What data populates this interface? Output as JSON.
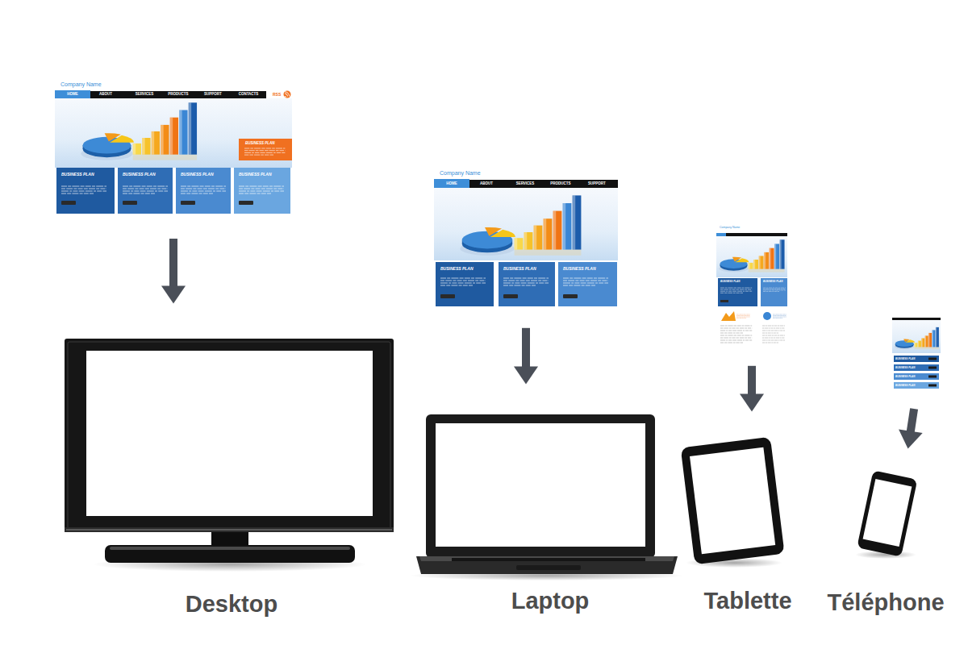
{
  "diagram": {
    "nodes": [
      {
        "text": [
          "Company Name",
          "HOME",
          "ABOUT",
          "SERVICES",
          "PRODUCTS",
          "SUPPORT",
          "CONTACTS",
          "RSS",
          "BUSINESS PLAN",
          "BUSINESS PLAN",
          "BUSINESS PLAN",
          "BUSINESS PLAN",
          "BUSINESS PLAN"
        ]
      },
      {
        "text": [
          "Desktop"
        ]
      },
      {
        "text": [
          "Company Name",
          "HOME",
          "ABOUT",
          "SERVICES",
          "PRODUCTS",
          "SUPPORT",
          "BUSINESS PLAN",
          "BUSINESS PLAN",
          "BUSINESS PLAN"
        ]
      },
      {
        "text": [
          "Laptop"
        ]
      },
      {
        "text": [
          "Company Name",
          "BUSINESS PLAN",
          "BUSINESS PLAN"
        ]
      },
      {
        "text": [
          "Tablette"
        ]
      },
      {
        "text": [
          "BUSINESS PLAN",
          "BUSINESS PLAN",
          "BUSINESS PLAN",
          "BUSINESS PLAN"
        ]
      },
      {
        "text": [
          "Téléphone"
        ]
      }
    ],
    "edges": [
      {
        "from": 0,
        "to": 1,
        "arrow": "to"
      },
      {
        "from": 2,
        "to": 3,
        "arrow": "to"
      },
      {
        "from": 4,
        "to": 5,
        "arrow": "to"
      },
      {
        "from": 6,
        "to": 7,
        "arrow": "to"
      }
    ]
  }
}
